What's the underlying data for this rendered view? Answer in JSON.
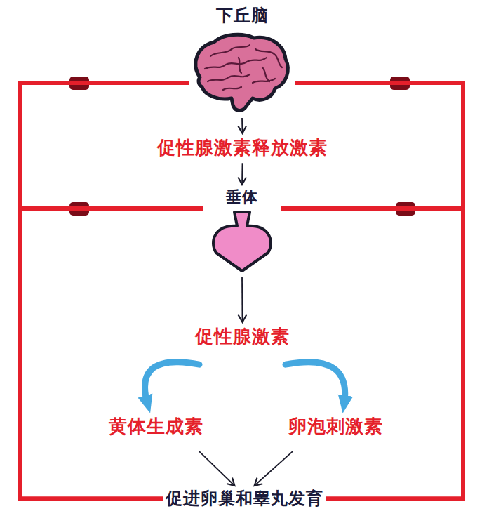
{
  "diagram": {
    "nodes": [
      {
        "text": [
          "下丘脑"
        ]
      },
      {
        "text": [
          "促性腺激素释放激素"
        ]
      },
      {
        "text": [
          "垂体"
        ]
      },
      {
        "text": [
          "促性腺激素"
        ]
      },
      {
        "text": [
          "黄体生成素"
        ]
      },
      {
        "text": [
          "卵泡刺激素"
        ]
      },
      {
        "text": [
          "促进卵巢和睾丸发育"
        ]
      }
    ],
    "edges": [
      {
        "from": 0,
        "to": 1,
        "arrow": "to"
      },
      {
        "from": 1,
        "to": 2,
        "arrow": "to"
      },
      {
        "from": 2,
        "to": 3,
        "arrow": "to"
      },
      {
        "from": 3,
        "to": 4,
        "arrow": "to"
      },
      {
        "from": 3,
        "to": 5,
        "arrow": "to"
      },
      {
        "from": 4,
        "to": 6,
        "arrow": "to"
      },
      {
        "from": 5,
        "to": 6,
        "arrow": "to"
      },
      {
        "from": 6,
        "to": 0,
        "arrow": "none"
      },
      {
        "from": 6,
        "to": 2,
        "arrow": "none"
      },
      {
        "from": 6,
        "to": 0,
        "arrow": "none"
      },
      {
        "from": 6,
        "to": 2,
        "arrow": "none"
      }
    ]
  }
}
